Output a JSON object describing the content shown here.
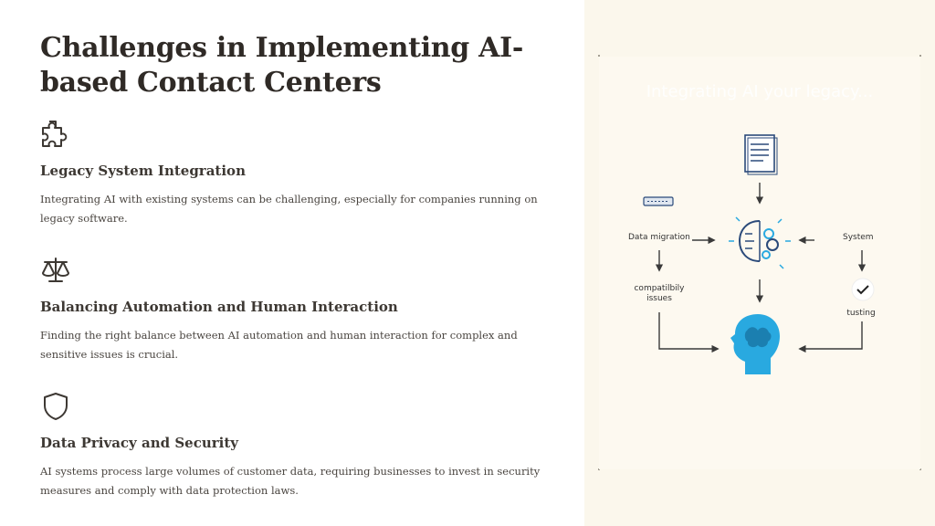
{
  "title": "Challenges in Implementing AI-based Contact Centers",
  "items": [
    {
      "icon": "puzzle-icon",
      "heading": "Legacy System Integration",
      "text": "Integrating AI with existing systems can be challenging, especially for companies running on legacy software."
    },
    {
      "icon": "scale-icon",
      "heading": "Balancing Automation and Human Interaction",
      "text": "Finding the right balance between AI automation and human interaction for complex and sensitive issues is crucial."
    },
    {
      "icon": "shield-icon",
      "heading": "Data Privacy and Security",
      "text": "AI systems process large volumes of customer data, requiring businesses to invest in security measures and comply with data protection laws."
    }
  ],
  "diagram": {
    "faded_title": "Integrating AI your legacy...",
    "labels": {
      "data_migration": "Data migration",
      "system": "System",
      "compat_line1": "compatilbily",
      "compat_line2": "issues",
      "testing": "tusting"
    },
    "colors": {
      "accent_blue": "#29a9e0",
      "line": "#3a3a3a"
    }
  }
}
